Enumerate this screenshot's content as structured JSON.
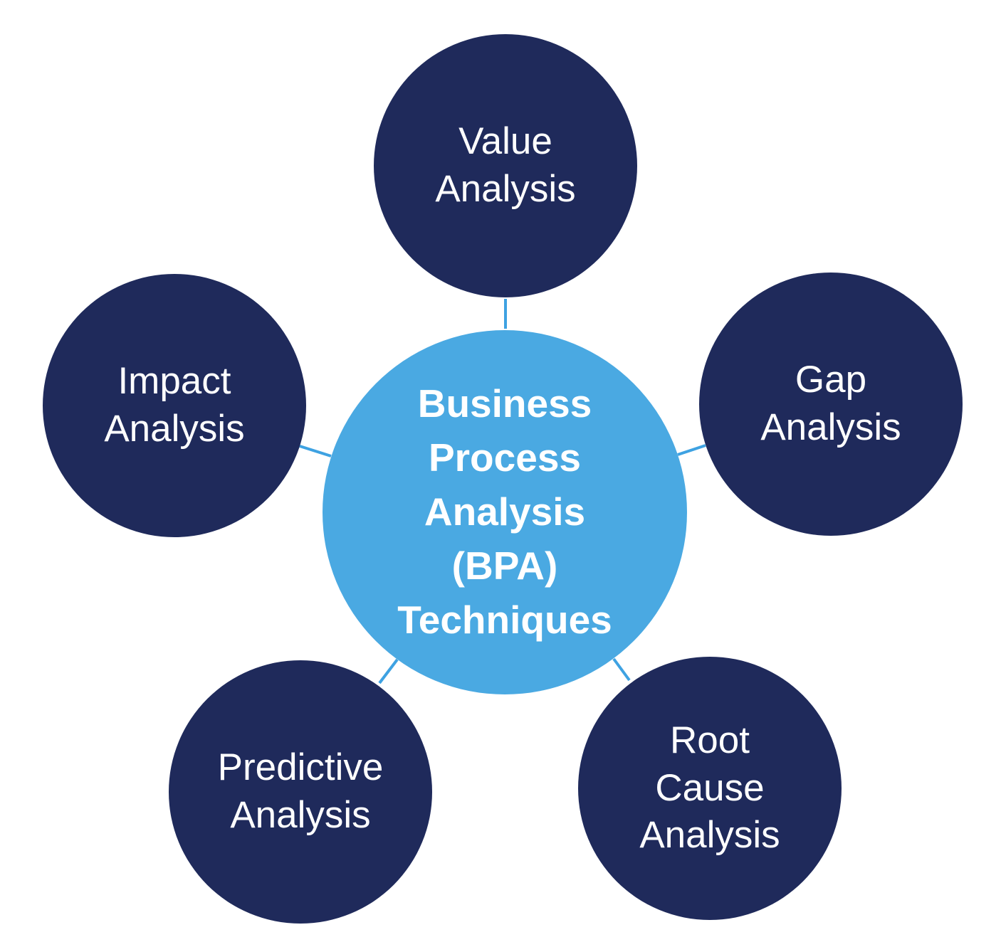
{
  "diagram": {
    "center_node": {
      "label": "Business Process Analysis (BPA) Techniques",
      "lines": [
        "Business",
        "Process",
        "Analysis",
        "(BPA)",
        "Techniques"
      ]
    },
    "satellite_nodes": [
      {
        "id": "value-analysis",
        "label": "Value Analysis",
        "lines": [
          "Value",
          "Analysis"
        ],
        "position": "top"
      },
      {
        "id": "gap-analysis",
        "label": "Gap Analysis",
        "lines": [
          "Gap",
          "Analysis"
        ],
        "position": "right"
      },
      {
        "id": "root-cause-analysis",
        "label": "Root Cause Analysis",
        "lines": [
          "Root",
          "Cause",
          "Analysis"
        ],
        "position": "bottom-right"
      },
      {
        "id": "predictive-analysis",
        "label": "Predictive Analysis",
        "lines": [
          "Predictive",
          "Analysis"
        ],
        "position": "bottom-left"
      },
      {
        "id": "impact-analysis",
        "label": "Impact Analysis",
        "lines": [
          "Impact",
          "Analysis"
        ],
        "position": "left"
      }
    ],
    "colors": {
      "center_fill": "#4AA9E2",
      "satellite_fill": "#1F2A5B",
      "connector": "#3EA2E2",
      "text": "#FFFFFF",
      "background": "#FFFFFF"
    }
  }
}
